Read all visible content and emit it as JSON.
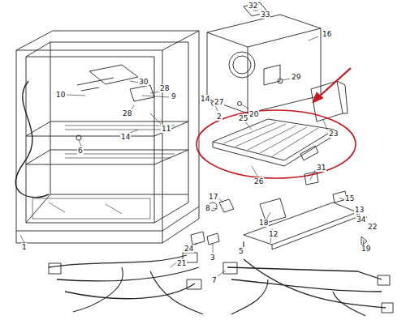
{
  "diagram": {
    "labels": [
      "32",
      "33",
      "16",
      "29",
      "10",
      "30",
      "28",
      "9",
      "14",
      "27",
      "2",
      "20",
      "28",
      "11",
      "14",
      "6",
      "25",
      "23",
      "31",
      "26",
      "17",
      "8",
      "15",
      "13",
      "34",
      "22",
      "18",
      "12",
      "19",
      "5",
      "24",
      "3",
      "21",
      "1",
      "7"
    ]
  }
}
